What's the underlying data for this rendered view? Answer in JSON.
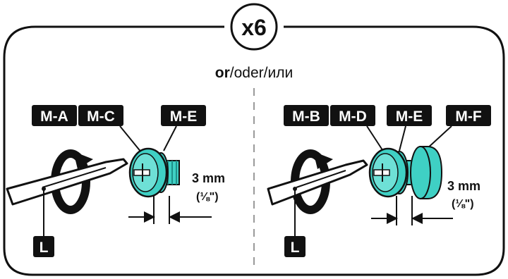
{
  "quantity_badge": "x6",
  "separator": {
    "bold": "or",
    "rest": "/oder/или"
  },
  "left_panel": {
    "tags": [
      "M-A",
      "M-C",
      "M-E"
    ],
    "tool_tag": "L",
    "gap_value": "3 mm",
    "gap_inch": "(⅛\")"
  },
  "right_panel": {
    "tags": [
      "M-B",
      "M-D",
      "M-E",
      "M-F"
    ],
    "tool_tag": "L",
    "gap_value": "3 mm",
    "gap_inch": "(⅛\")"
  },
  "colors": {
    "teal": "#3fd0c4",
    "teal_dark": "#1e8f88",
    "ink": "#111111"
  }
}
